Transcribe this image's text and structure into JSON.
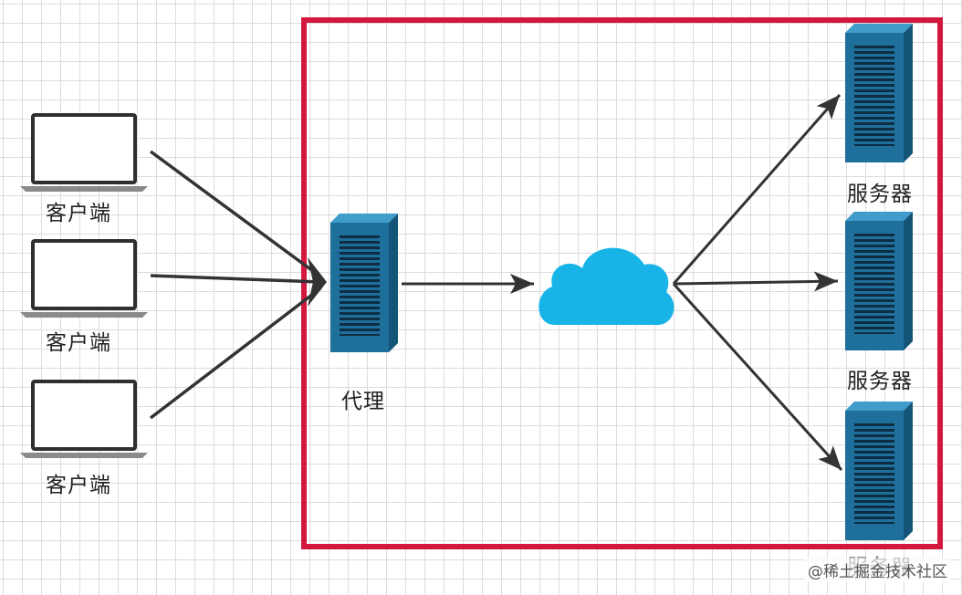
{
  "labels": {
    "client": "客户端",
    "proxy": "代理",
    "server": "服务器"
  },
  "watermark": "@稀土掘金技术社区",
  "colors": {
    "frame": "#d4173e",
    "server_body": "#1f6f9c",
    "server_top": "#3f9ccb",
    "cloud": "#18b4e8",
    "arrow": "#333333",
    "laptop_frame": "#2f2f2f"
  },
  "icons": [
    "laptop-icon",
    "server-icon",
    "cloud-icon"
  ]
}
